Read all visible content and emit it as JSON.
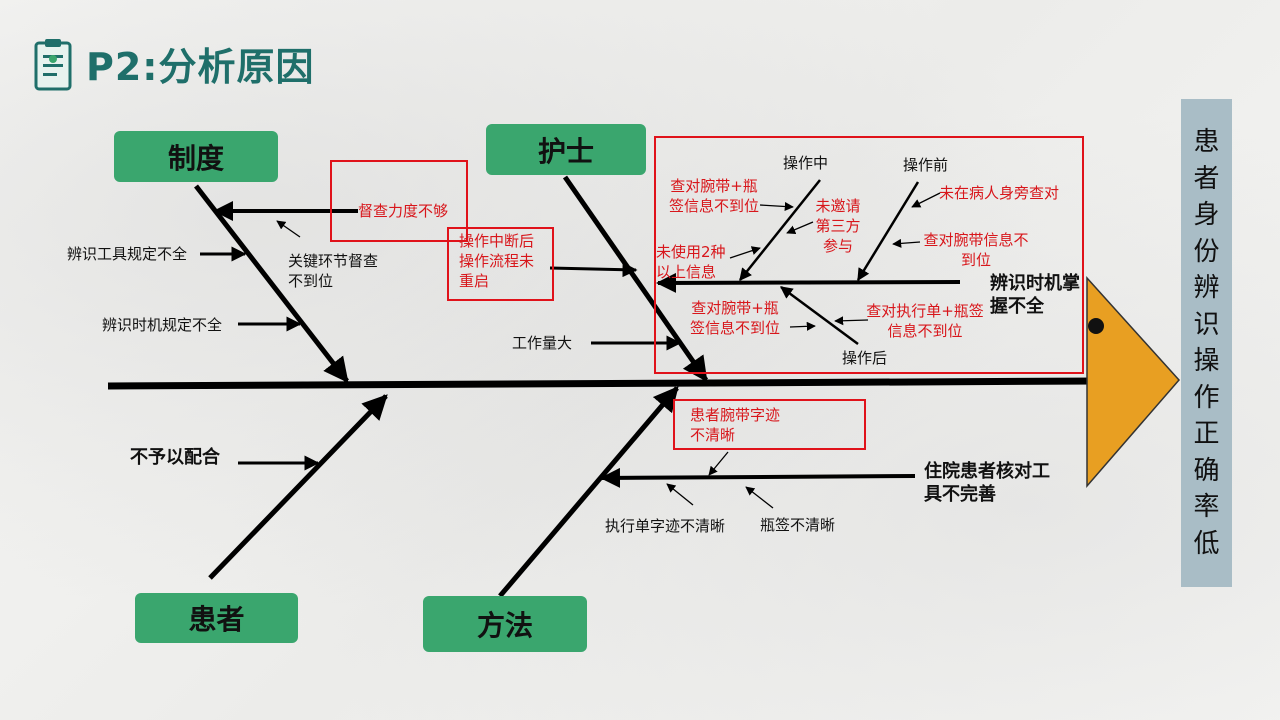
{
  "slide": {
    "title": "P2:分析原因",
    "icon": "clipboard-icon"
  },
  "effect": {
    "chars": [
      "患",
      "者",
      "身",
      "份",
      "辨",
      "识",
      "操",
      "作",
      "正",
      "确",
      "率",
      "低"
    ],
    "color": "#a9bdc6"
  },
  "categories": {
    "system": "制度",
    "nurse": "护士",
    "patient": "患者",
    "method": "方法"
  },
  "system_causes": {
    "supervision": "督查力度不够",
    "key_link": "关键环节督查不到位",
    "tool_rule": "辨识工具规定不全",
    "timing_rule": "辨识时机规定不全"
  },
  "nurse_causes": {
    "interrupted": "操作中断后操作流程未重启",
    "workload": "工作量大",
    "timing": "辨识时机掌握不全",
    "during": "操作中",
    "before": "操作前",
    "after": "操作后",
    "during_check": "查对腕带+瓶签信息不到位",
    "no_third_party": "未邀请第三方参与",
    "two_info": "未使用2种以上信息",
    "not_bedside": "未在病人身旁查对",
    "wristband_check": "查对腕带信息不到位",
    "after_check": "查对腕带+瓶签信息不到位",
    "order_check": "查对执行单+瓶签信息不到位"
  },
  "patient_causes": {
    "uncooperative": "不予以配合"
  },
  "method_causes": {
    "tools": "住院患者核对工具不完善",
    "wristband_text": "患者腕带字迹不清晰",
    "order_text": "执行单字迹不清晰",
    "label_text": "瓶签不清晰"
  },
  "colors": {
    "title": "#1f6f6a",
    "category_bg": "#3aa66e",
    "highlight": "#d8161b",
    "head": "#e89f22"
  }
}
